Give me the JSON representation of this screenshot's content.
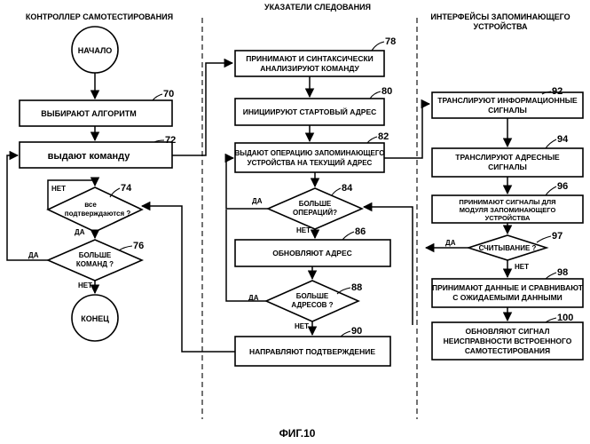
{
  "columns": {
    "col1": "КОНТРОЛЛЕР САМОТЕСТИРОВАНИЯ",
    "col2": "УКАЗАТЕЛИ СЛЕДОВАНИЯ",
    "col3_line1": "ИНТЕРФЕЙСЫ ЗАПОМИНАЮЩЕГО",
    "col3_line2": "УСТРОЙСТВА"
  },
  "nodes": {
    "start": "НАЧАЛО",
    "select_algorithm": "ВЫБИРАЮТ АЛГОРИТМ",
    "issue_command": "выдают команду",
    "all_confirmed_1": "все",
    "all_confirmed_2": "подтверждаются ?",
    "more_commands_1": "БОЛЬШЕ",
    "more_commands_2": "КОМАНД ?",
    "end": "КОНЕЦ",
    "receive_parse_1": "ПРИНИМАЮТ И СИНТАКСИЧЕСКИ",
    "receive_parse_2": "АНАЛИЗИРУЮТ КОМАНДУ",
    "init_address": "ИНИЦИИРУЮТ СТАРТОВЫЙ АДРЕС",
    "issue_memory_op_1": "ВЫДАЮТ ОПЕРАЦИЮ ЗАПОМИНАЮЩЕГО",
    "issue_memory_op_2": "УСТРОЙСТВА НА ТЕКУЩИЙ АДРЕС",
    "more_ops_1": "БОЛЬШЕ",
    "more_ops_2": "ОПЕРАЦИЙ?",
    "update_address": "ОБНОВЛЯЮТ АДРЕС",
    "more_addresses_1": "БОЛЬШЕ",
    "more_addresses_2": "АДРЕСОВ ?",
    "send_confirmation": "НАПРАВЛЯЮТ ПОДТВЕРЖДЕНИЕ",
    "translate_info_1": "ТРАНСЛИРУЮТ ИНФОРМАЦИОННЫЕ",
    "translate_info_2": "СИГНАЛЫ",
    "translate_addr_1": "ТРАНСЛИРУЮТ АДРЕСНЫЕ",
    "translate_addr_2": "СИГНАЛЫ",
    "receive_signals_1": "ПРИНИМАЮТ СИГНАЛЫ ДЛЯ",
    "receive_signals_2": "МОДУЛЯ ЗАПОМИНАЮЩЕГО",
    "receive_signals_3": "УСТРОЙСТВА",
    "read_check": "СЧИТЫВАНИЕ ?",
    "compare_1": "ПРИНИМАЮТ ДАННЫЕ И СРАВНИВАЮТ",
    "compare_2": "С ОЖИДАЕМЫМИ ДАННЫМИ",
    "update_fault_1": "ОБНОВЛЯЮТ СИГНАЛ",
    "update_fault_2": "НЕИСПРАВНОСТИ ВСТРОЕННОГО",
    "update_fault_3": "САМОТЕСТИРОВАНИЯ"
  },
  "refs": {
    "r70": "70",
    "r72": "72",
    "r74": "74",
    "r76": "76",
    "r78": "78",
    "r80": "80",
    "r82": "82",
    "r84": "84",
    "r86": "86",
    "r88": "88",
    "r90": "90",
    "r92": "92",
    "r94": "94",
    "r96": "96",
    "r97": "97",
    "r98": "98",
    "r100": "100"
  },
  "labels": {
    "yes": "ДА",
    "no": "НЕТ"
  },
  "caption": "ФИГ.10"
}
